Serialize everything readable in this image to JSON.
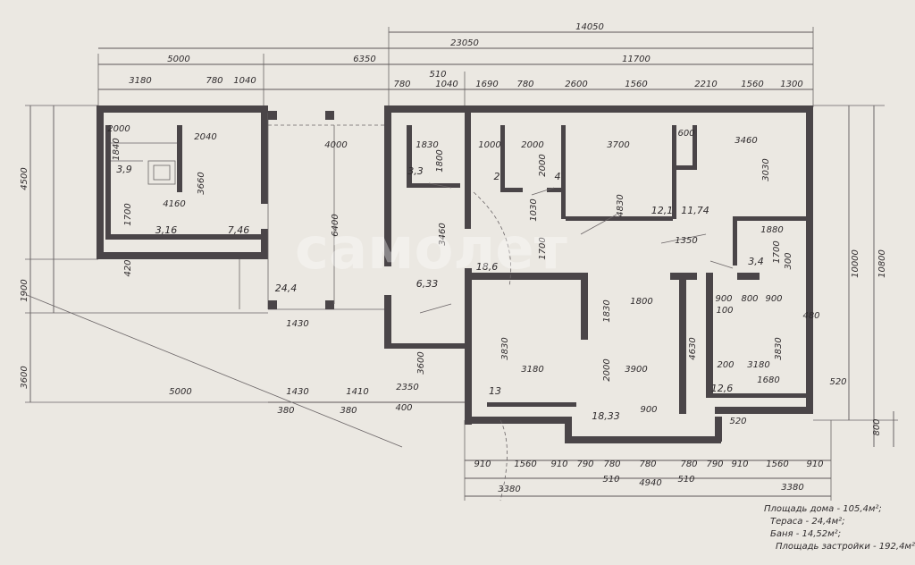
{
  "watermark": "самолет",
  "dimensions": [
    "14050",
    "23050",
    "5000",
    "6350",
    "510",
    "11700",
    "3180",
    "780",
    "1040",
    "780",
    "1040",
    "1690",
    "780",
    "2600",
    "1560",
    "2210",
    "1560",
    "1300",
    "4500",
    "1900",
    "3600",
    "10000",
    "10800",
    "800",
    "2000",
    "2040",
    "1840",
    "3660",
    "1700",
    "4160",
    "420",
    "4000",
    "6400",
    "1830",
    "1800",
    "3460",
    "1000",
    "2000",
    "2000",
    "1030",
    "1700",
    "3700",
    "4830",
    "600",
    "3460",
    "3030",
    "1350",
    "1880",
    "1700",
    "300",
    "900",
    "800",
    "900",
    "100",
    "480",
    "1830",
    "1800",
    "3830",
    "4630",
    "3830",
    "3180",
    "3900",
    "2000",
    "200",
    "3180",
    "1680",
    "520",
    "1430",
    "1430",
    "1410",
    "2350",
    "3600",
    "5000",
    "380",
    "380",
    "400",
    "900",
    "520",
    "910",
    "1560",
    "910",
    "790",
    "780",
    "780",
    "780",
    "790",
    "910",
    "1560",
    "910",
    "3380",
    "510",
    "4940",
    "510",
    "3380"
  ],
  "areas": [
    "3,9",
    "3,16",
    "7,46",
    "24,4",
    "3,3",
    "6,33",
    "2",
    "4",
    "12,1",
    "11,74",
    "3,4",
    "18,6",
    "13",
    "18,33",
    "12,6"
  ],
  "notes": {
    "house": "Площадь дома - 105,4м²;",
    "terrace": "Тераса - 24,4м²;",
    "bath": "Баня - 14,52м²;",
    "built": "Площадь застройки - 192,4м²"
  }
}
